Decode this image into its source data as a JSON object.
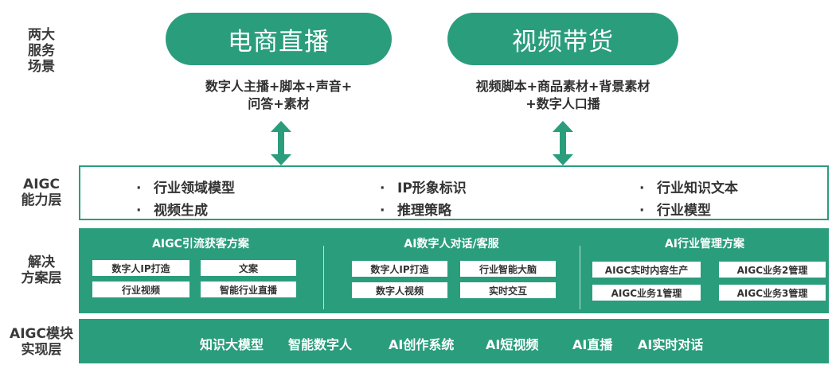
{
  "layers": {
    "scenes": "两大\n服务\n场景",
    "capability": "AIGC\n能力层",
    "solution": "解决\n方案层",
    "module": "AIGC模块\n实现层"
  },
  "scenes": [
    {
      "title": "电商直播",
      "desc": "数字人主播+脚本+声音+\n问答+素材"
    },
    {
      "title": "视频带货",
      "desc": "视频脚本+商品素材+背景素材\n+数字人口播"
    }
  ],
  "capability": {
    "bullet": "·",
    "items": [
      "行业领域模型",
      "视频生成",
      "IP形象标识",
      "推理策略",
      "行业知识文本",
      "行业模型"
    ]
  },
  "solutions": [
    {
      "title": "AIGC引流获客方案",
      "items": [
        "数字人IP打造",
        "文案",
        "行业视频",
        "智能行业直播"
      ]
    },
    {
      "title": "AI数字人对话/客服",
      "items": [
        "数字人IP打造",
        "行业智能大脑",
        "数字人视频",
        "实时交互"
      ]
    },
    {
      "title": "AI行业管理方案",
      "items": [
        "AIGC实时内容生产",
        "AIGC业务2管理",
        "AIGC业务1管理",
        "AIGC业务3管理"
      ]
    }
  ],
  "modules": [
    "知识大模型",
    "智能数字人",
    "AI创作系统",
    "AI短视频",
    "AI直播",
    "AI实时对话"
  ],
  "colors": {
    "accent": "#2a9d7c"
  }
}
